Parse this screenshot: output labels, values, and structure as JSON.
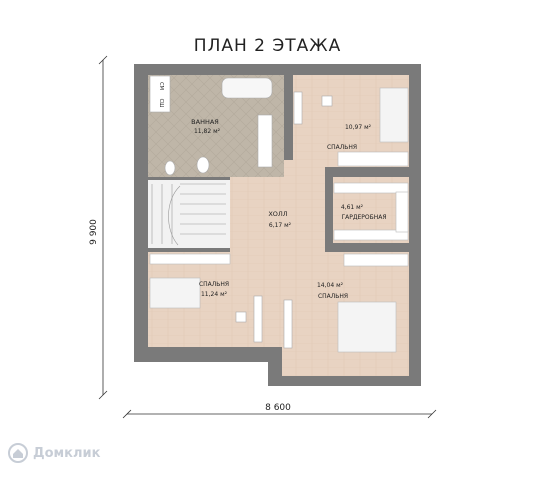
{
  "title": "ПЛАН 2 ЭТАЖА",
  "dimensions": {
    "width": "8 600",
    "height": "9 900"
  },
  "rooms": [
    {
      "name": "ВАННАЯ",
      "area": "11,82 м²"
    },
    {
      "name": "СПАЛЬНЯ",
      "area": "10,97 м²"
    },
    {
      "name": "ХОЛЛ",
      "area": "6,17 м²"
    },
    {
      "name": "ГАРДЕРОБНАЯ",
      "area": "4,61 м²"
    },
    {
      "name": "СПАЛЬНЯ",
      "area": "11,24 м²"
    },
    {
      "name": "СПАЛЬНЯ",
      "area": "14,04 м²"
    }
  ],
  "appliances": {
    "washer": "СМ",
    "dryer": "СШ"
  },
  "watermark": "Домклик",
  "colors": {
    "wall": "#7a7a7a",
    "tile": "#bfb6a8",
    "wood": "#e8d3c2",
    "stair": "#f2f2f2"
  }
}
